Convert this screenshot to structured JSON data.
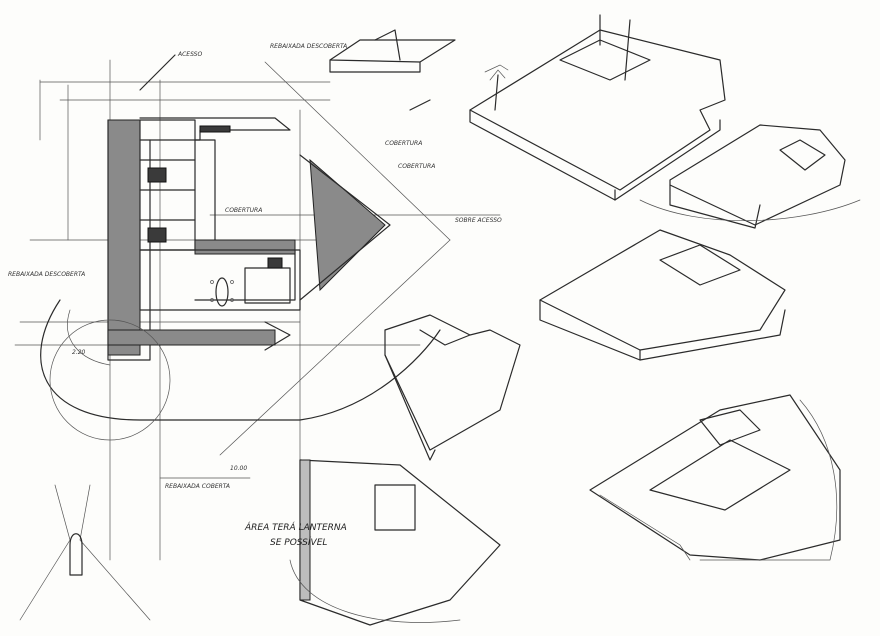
{
  "plan_labels": {
    "top_arrow": "ACESSO",
    "rebaixada_top": "REBAIXADA DESCOBERTA",
    "cobertura_1": "COBERTURA",
    "cobertura_2": "COBERTURA",
    "left_note": "REBAIXADA DESCOBERTA",
    "planta_note": "COBERTURA",
    "center_note": "SOBRE ACESSO",
    "bottom_note": "REBAIXADA COBERTA",
    "dim_top": "2.20",
    "dim_bottom": "10.00"
  },
  "bottom_sketch": {
    "note_line1": "ÁREA TERÁ LANTERNA",
    "note_line2": "SE POSSÍVEL"
  },
  "top_sketch": {
    "label": "REBAIXADA DESCOBERTA"
  }
}
